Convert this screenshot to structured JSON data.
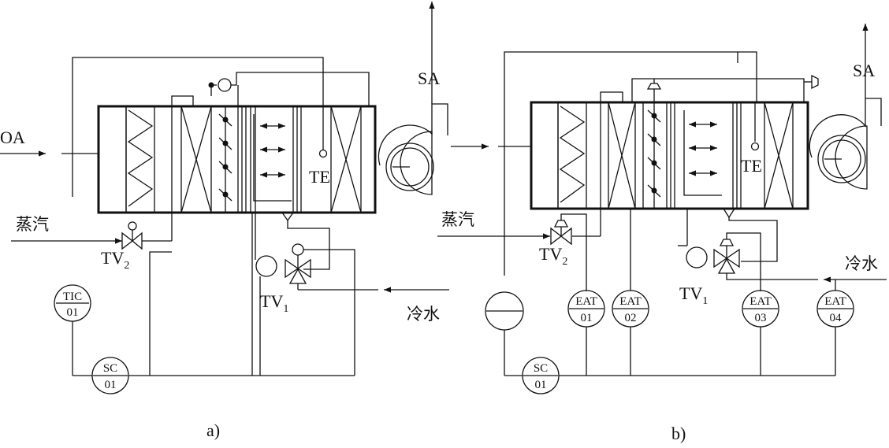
{
  "panel_a": {
    "caption": "a)",
    "labels": {
      "oa": "OA",
      "sa": "SA",
      "te": "TE",
      "steam": "蒸汽",
      "chilled_water": "冷水",
      "tv2": "TV",
      "tv2_sub": "2",
      "tv1": "TV",
      "tv1_sub": "1"
    },
    "controllers": [
      {
        "top": "TIC",
        "bottom": "01"
      },
      {
        "top": "SC",
        "bottom": "01"
      }
    ]
  },
  "panel_b": {
    "caption": "b)",
    "labels": {
      "sa": "SA",
      "te": "TE",
      "steam": "蒸汽",
      "chilled_water": "冷水",
      "tv2": "TV",
      "tv2_sub": "2",
      "tv1": "TV",
      "tv1_sub": "1"
    },
    "controllers": [
      {
        "top": "EAT",
        "bottom": "01"
      },
      {
        "top": "EAT",
        "bottom": "02"
      },
      {
        "top": "EAT",
        "bottom": "03"
      },
      {
        "top": "EAT",
        "bottom": "04"
      },
      {
        "top": "SC",
        "bottom": "01"
      }
    ]
  }
}
